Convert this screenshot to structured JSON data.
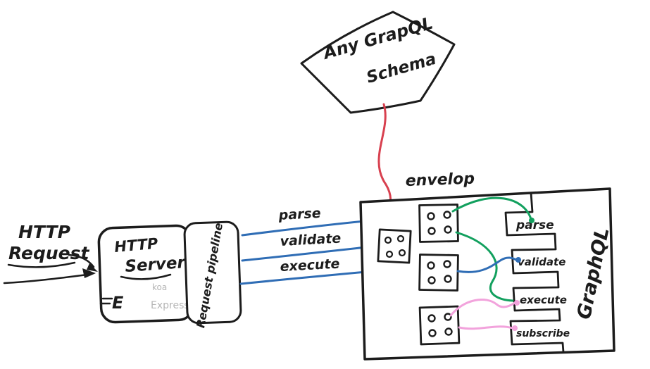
{
  "diagram": {
    "schema_note": {
      "line1": "Any GrapQL",
      "line2": "Schema"
    },
    "http_request_label": {
      "line1": "HTTP",
      "line2": "Request"
    },
    "server": {
      "line1": "HTTP",
      "line2": "Server",
      "koa": "koa",
      "express": "Express",
      "logo_letter": "E"
    },
    "pipeline_label": "Request pipeline",
    "blue_links": [
      {
        "label": "parse"
      },
      {
        "label": "validate"
      },
      {
        "label": "execute"
      }
    ],
    "envelop": {
      "title": "envelop",
      "side_label": "GraphQL",
      "slots": [
        {
          "label": "parse"
        },
        {
          "label": "validate"
        },
        {
          "label": "execute"
        },
        {
          "label": "subscribe"
        }
      ]
    },
    "colors": {
      "ink": "#1c1c1c",
      "blue": "#2f6db5",
      "red": "#d8404f",
      "green": "#12a05e",
      "pink": "#f2a3dc",
      "muted_gray": "#b5b5b5"
    }
  }
}
